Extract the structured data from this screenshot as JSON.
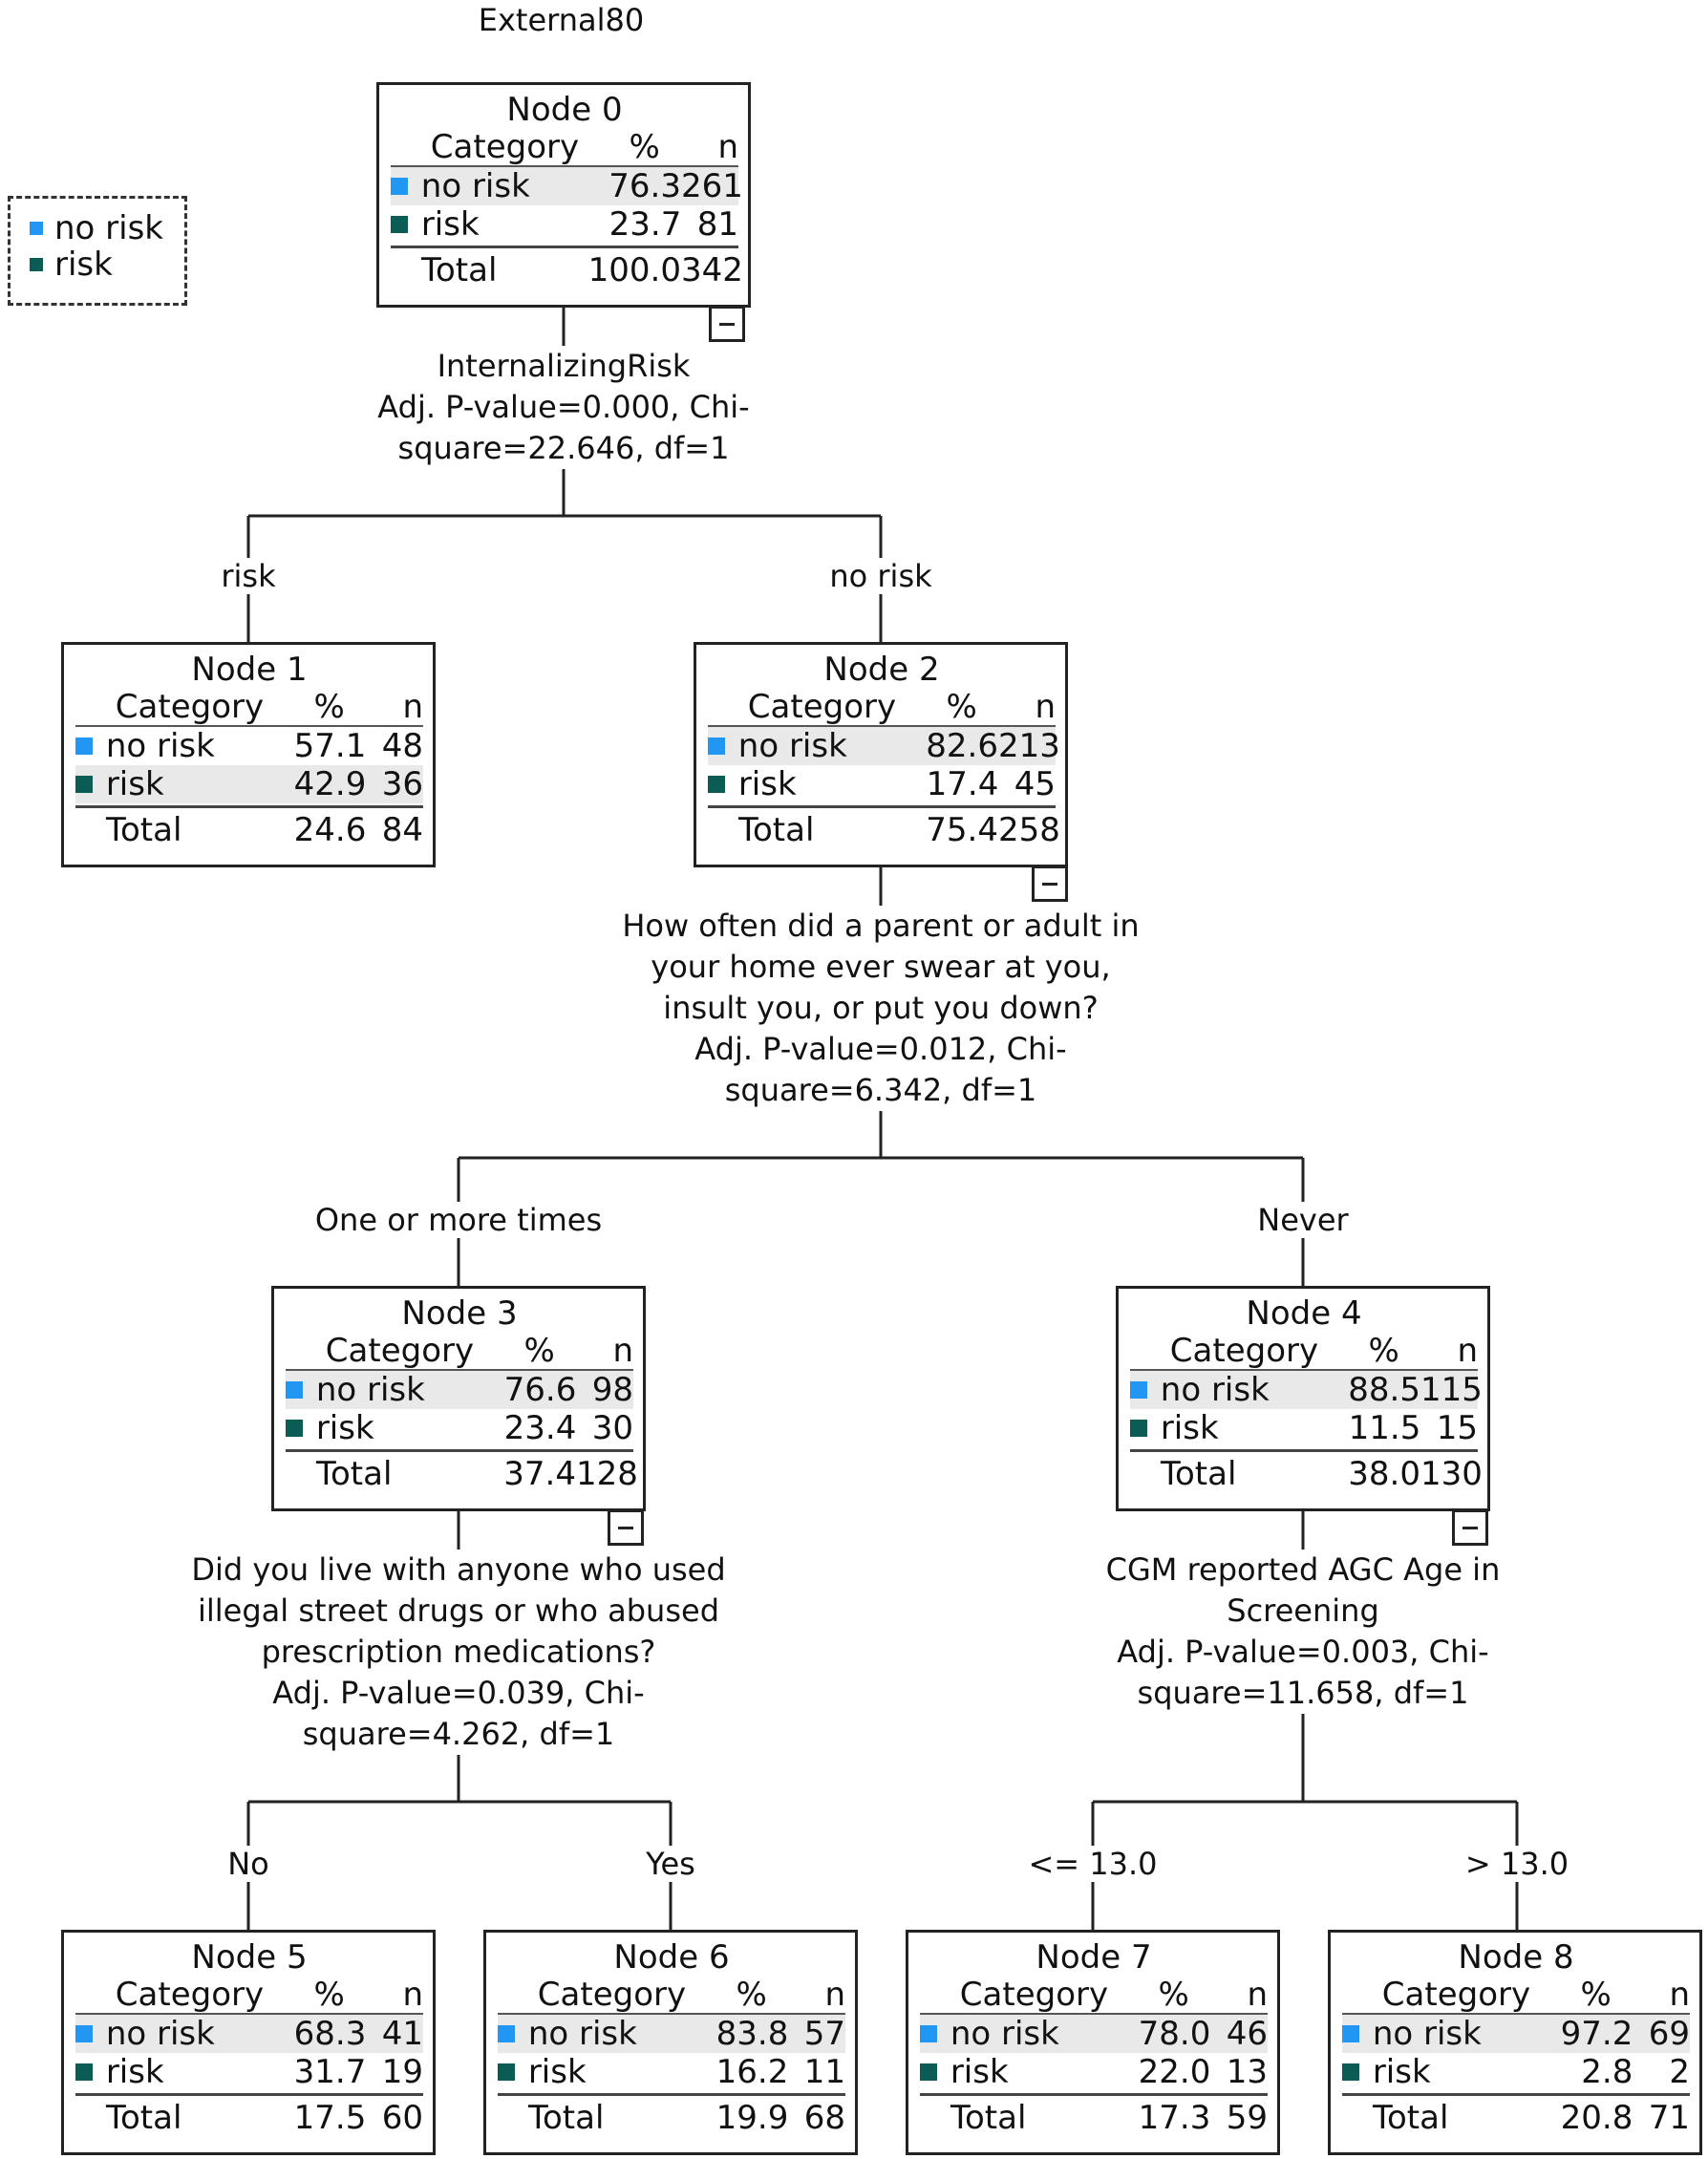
{
  "title": "External80",
  "colors": {
    "no_risk": "#2196f3",
    "risk": "#0a5c55"
  },
  "legend": [
    {
      "label": "no risk",
      "color": "#2196f3"
    },
    {
      "label": "risk",
      "color": "#0a5c55"
    }
  ],
  "table_header": {
    "category": "Category",
    "pct": "%",
    "n": "n"
  },
  "total_label": "Total",
  "nodes": [
    {
      "title": "Node 0",
      "rows": [
        {
          "cat": "no risk",
          "pct": "76.3",
          "n": "261"
        },
        {
          "cat": "risk",
          "pct": "23.7",
          "n": "81"
        }
      ],
      "total": {
        "pct": "100.0",
        "n": "342"
      }
    },
    {
      "title": "Node 1",
      "rows": [
        {
          "cat": "no risk",
          "pct": "57.1",
          "n": "48"
        },
        {
          "cat": "risk",
          "pct": "42.9",
          "n": "36"
        }
      ],
      "total": {
        "pct": "24.6",
        "n": "84"
      }
    },
    {
      "title": "Node 2",
      "rows": [
        {
          "cat": "no risk",
          "pct": "82.6",
          "n": "213"
        },
        {
          "cat": "risk",
          "pct": "17.4",
          "n": "45"
        }
      ],
      "total": {
        "pct": "75.4",
        "n": "258"
      }
    },
    {
      "title": "Node 3",
      "rows": [
        {
          "cat": "no risk",
          "pct": "76.6",
          "n": "98"
        },
        {
          "cat": "risk",
          "pct": "23.4",
          "n": "30"
        }
      ],
      "total": {
        "pct": "37.4",
        "n": "128"
      }
    },
    {
      "title": "Node 4",
      "rows": [
        {
          "cat": "no risk",
          "pct": "88.5",
          "n": "115"
        },
        {
          "cat": "risk",
          "pct": "11.5",
          "n": "15"
        }
      ],
      "total": {
        "pct": "38.0",
        "n": "130"
      }
    },
    {
      "title": "Node 5",
      "rows": [
        {
          "cat": "no risk",
          "pct": "68.3",
          "n": "41"
        },
        {
          "cat": "risk",
          "pct": "31.7",
          "n": "19"
        }
      ],
      "total": {
        "pct": "17.5",
        "n": "60"
      }
    },
    {
      "title": "Node 6",
      "rows": [
        {
          "cat": "no risk",
          "pct": "83.8",
          "n": "57"
        },
        {
          "cat": "risk",
          "pct": "16.2",
          "n": "11"
        }
      ],
      "total": {
        "pct": "19.9",
        "n": "68"
      }
    },
    {
      "title": "Node 7",
      "rows": [
        {
          "cat": "no risk",
          "pct": "78.0",
          "n": "46"
        },
        {
          "cat": "risk",
          "pct": "22.0",
          "n": "13"
        }
      ],
      "total": {
        "pct": "17.3",
        "n": "59"
      }
    },
    {
      "title": "Node 8",
      "rows": [
        {
          "cat": "no risk",
          "pct": "97.2",
          "n": "69"
        },
        {
          "cat": "risk",
          "pct": "2.8",
          "n": "2"
        }
      ],
      "total": {
        "pct": "20.8",
        "n": "71"
      }
    }
  ],
  "splits": [
    {
      "node": "Node 0",
      "text": "InternalizingRisk\nAdj. P-value=0.000, Chi-\nsquare=22.646, df=1"
    },
    {
      "node": "Node 2",
      "text": "How often did a parent or adult in\nyour home ever swear at you,\ninsult you, or put you down?\nAdj. P-value=0.012, Chi-\nsquare=6.342, df=1"
    },
    {
      "node": "Node 3",
      "text": "Did you live with anyone who used\nillegal street drugs or who abused\nprescription medications?\nAdj. P-value=0.039, Chi-\nsquare=4.262, df=1"
    },
    {
      "node": "Node 4",
      "text": "CGM reported AGC Age in\nScreening\nAdj. P-value=0.003, Chi-\nsquare=11.658, df=1"
    }
  ],
  "branches": [
    {
      "to": "Node 1",
      "label": "risk"
    },
    {
      "to": "Node 2",
      "label": "no risk"
    },
    {
      "to": "Node 3",
      "label": "One or more times"
    },
    {
      "to": "Node 4",
      "label": "Never"
    },
    {
      "to": "Node 5",
      "label": "No"
    },
    {
      "to": "Node 6",
      "label": "Yes"
    },
    {
      "to": "Node 7",
      "label": "<= 13.0"
    },
    {
      "to": "Node 8",
      "label": "> 13.0"
    }
  ]
}
